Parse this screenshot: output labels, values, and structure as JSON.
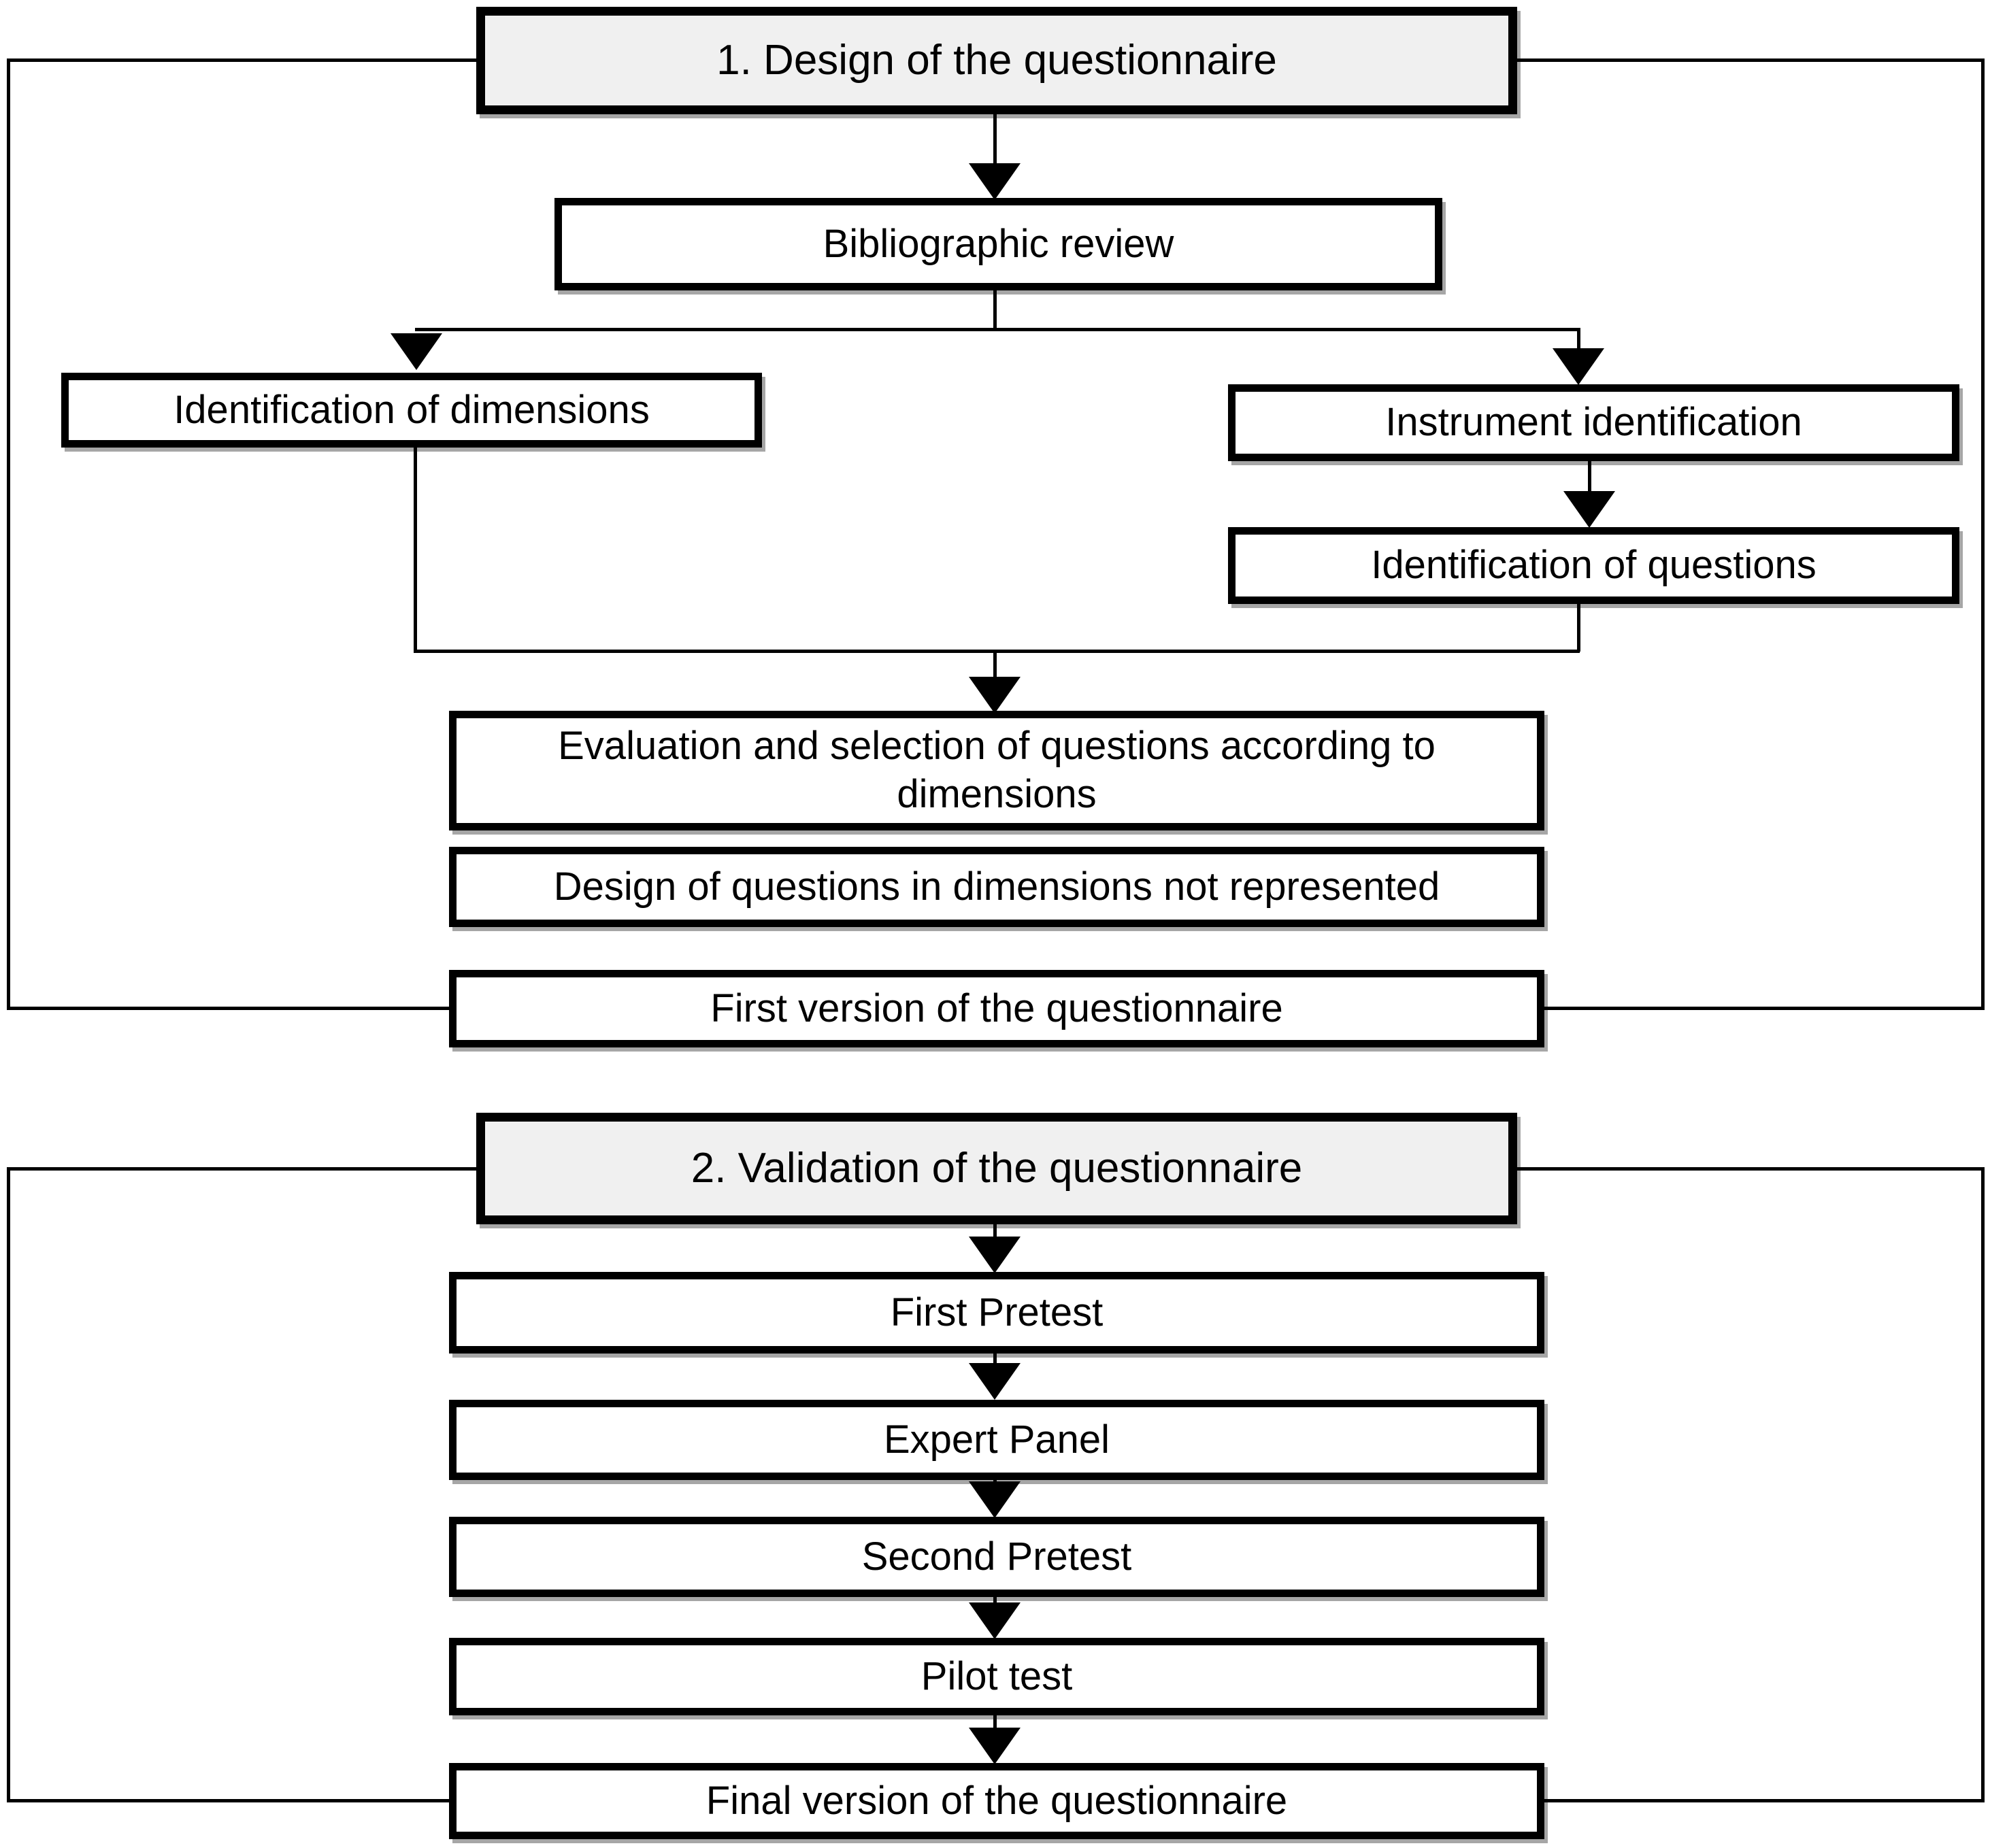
{
  "title": "Questionnaire design and validation flow diagram",
  "colors": {
    "stroke": "#000000",
    "header_fill": "#f0f0f0",
    "box_fill": "#ffffff"
  },
  "section1": {
    "header": "1. Design of the questionnaire",
    "bibliographic_review": "Bibliographic review",
    "identification_of_dimensions": "Identification of dimensions",
    "instrument_identification": "Instrument identification",
    "identification_of_questions": "Identification of questions",
    "evaluation_selection": "Evaluation and selection of questions according to dimensions",
    "design_not_represented": "Design of questions in dimensions not represented",
    "first_version": "First version of the questionnaire"
  },
  "section2": {
    "header": "2. Validation of the questionnaire",
    "first_pretest": "First Pretest",
    "expert_panel": "Expert Panel",
    "second_pretest": "Second Pretest",
    "pilot_test": "Pilot test",
    "final_version": "Final version of the questionnaire"
  }
}
